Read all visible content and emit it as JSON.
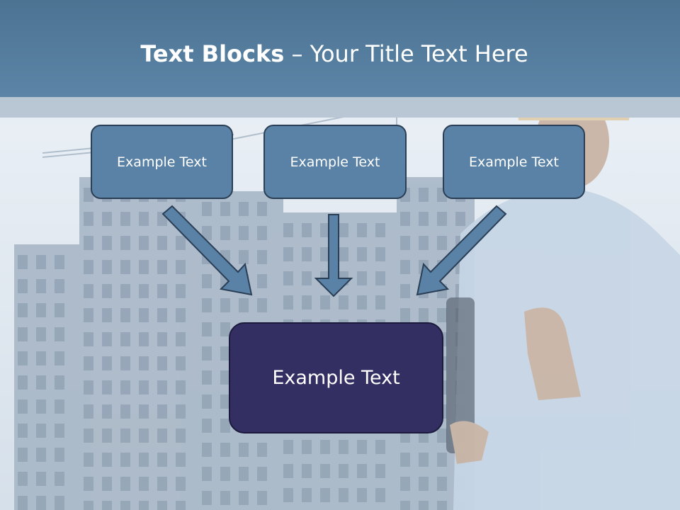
{
  "slide": {
    "title_bold": "Text Blocks",
    "title_dash": " – ",
    "title_rest": "Your Title Text Here"
  },
  "blocks": {
    "top": [
      {
        "label": "Example Text"
      },
      {
        "label": "Example Text"
      },
      {
        "label": "Example Text"
      }
    ],
    "main": {
      "label": "Example Text"
    }
  },
  "colors": {
    "title_band": "#5b84a6",
    "block_fill": "#5a82a6",
    "main_fill": "#332f63",
    "arrow_fill": "#5a82a6"
  }
}
